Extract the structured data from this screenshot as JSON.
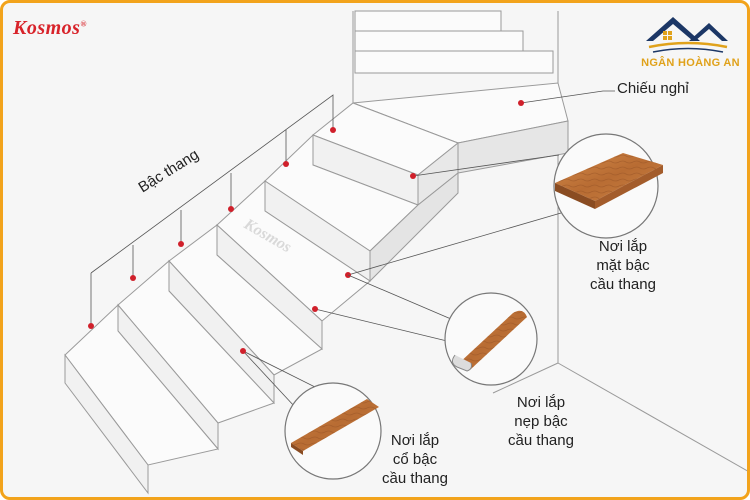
{
  "brand": {
    "name": "Kosmos",
    "mark": "®",
    "step_watermark": "Kosmos"
  },
  "logo": {
    "name": "NGÂN HOÀNG AN"
  },
  "labels": {
    "landing": "Chiếu nghỉ",
    "steps": "Bậc thang",
    "tread_line1": "Nơi lắp",
    "tread_line2": "mặt bậc",
    "tread_line3": "cầu thang",
    "nosing_line1": "Nơi lắp",
    "nosing_line2": "nẹp bậc",
    "nosing_line3": "cầu thang",
    "riser_line1": "Nơi lắp",
    "riser_line2": "cổ bậc",
    "riser_line3": "cầu thang"
  },
  "colors": {
    "frame": "#f2a31b",
    "brand_red": "#d8232a",
    "marker": "#d0202b",
    "wood": "#c47a3e",
    "logo_navy": "#1c3766",
    "logo_gold": "#e0a21b"
  },
  "icons": [
    "house-logo-icon",
    "tread-sample-icon",
    "nosing-sample-icon",
    "riser-sample-icon"
  ]
}
